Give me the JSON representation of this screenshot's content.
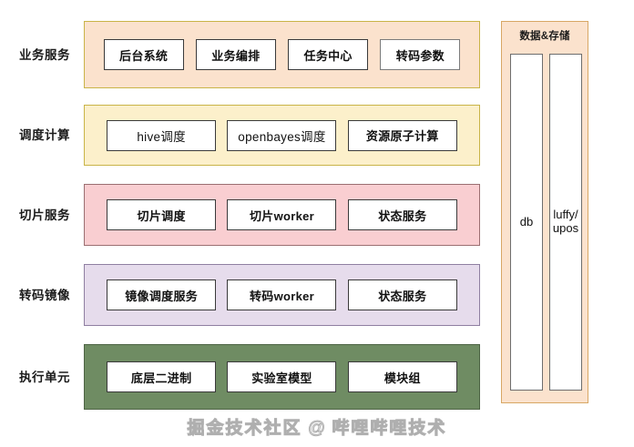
{
  "diagram": {
    "title": "",
    "rows": [
      {
        "label": "业务服务",
        "fill": "#fbe2cd",
        "border": "#c9b448",
        "nodes": [
          {
            "text": "后台系统",
            "style": "cjk"
          },
          {
            "text": "业务编排",
            "style": "cjk"
          },
          {
            "text": "任务中心",
            "style": "cjk"
          },
          {
            "text": "转码参数",
            "style": "cjk-soft"
          }
        ]
      },
      {
        "label": "调度计算",
        "fill": "#fcf0cb",
        "border": "#c9b448",
        "nodes": [
          {
            "text": "hive调度",
            "style": "latin"
          },
          {
            "text": "openbayes调度",
            "style": "latin"
          },
          {
            "text": "资源原子计算",
            "style": "cjk"
          }
        ]
      },
      {
        "label": "切片服务",
        "fill": "#f9ced1",
        "border": "#9b6f72",
        "nodes": [
          {
            "text": "切片调度",
            "style": "cjk"
          },
          {
            "text": "切片worker",
            "style": "cjk"
          },
          {
            "text": "状态服务",
            "style": "cjk"
          }
        ]
      },
      {
        "label": "转码镜像",
        "fill": "#e6dcec",
        "border": "#8f7fa1",
        "nodes": [
          {
            "text": "镜像调度服务",
            "style": "cjk"
          },
          {
            "text": "转码worker",
            "style": "cjk"
          },
          {
            "text": "状态服务",
            "style": "cjk"
          }
        ]
      },
      {
        "label": "执行单元",
        "fill": "#6f8c63",
        "border": "#4e6445",
        "nodes": [
          {
            "text": "底层二进制",
            "style": "cjk"
          },
          {
            "text": "实验室模型",
            "style": "cjk"
          },
          {
            "text": "模块组",
            "style": "cjk"
          }
        ]
      }
    ],
    "storage": {
      "title": "数据&存储",
      "columns": [
        {
          "label": "db"
        },
        {
          "label": "luffy/\nupos"
        }
      ]
    },
    "watermark": {
      "source": "掘金技术社区",
      "separator": " @ ",
      "author": "哔哩哔哩技术"
    }
  }
}
